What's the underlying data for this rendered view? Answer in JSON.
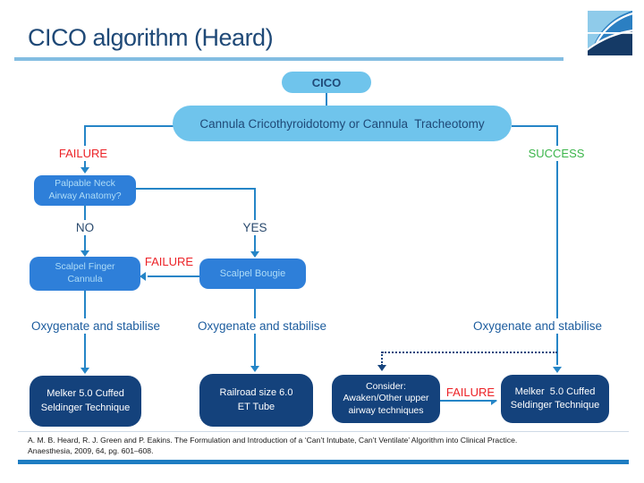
{
  "header": {
    "title": "CICO algorithm (Heard)"
  },
  "icons": {
    "logo": "brand-swoosh-logo"
  },
  "flow": {
    "cico": "CICO",
    "cannula": "Cannula Cricothyroidotomy or Cannula  Tracheotomy",
    "palpable1": "Palpable Neck",
    "palpable2": "Airway Anatomy?",
    "finger1": "Scalpel Finger",
    "finger2": "Cannula",
    "bougie": "Scalpel Bougie",
    "melker_l1": "Melker 5.0 Cuffed",
    "melker_l2": "Seldinger Technique",
    "railroad1": "Railroad size 6.0",
    "railroad2": "ET Tube",
    "consider1": "Consider:",
    "consider2": "Awaken/Other upper",
    "consider3": "airway techniques",
    "melker_r1": "Melker  5.0 Cuffed",
    "melker_r2": "Seldinger Technique",
    "failure": "FAILURE",
    "success": "SUCCESS",
    "no": "NO",
    "yes": "YES",
    "oxygenate": "Oxygenate and stabilise"
  },
  "footer": {
    "citation1": "A. M. B. Heard, R. J. Green and P. Eakins. The Formulation and Introduction of a ‘Can’t Intubate, Can’t Ventilate’ Algorithm into Clinical Practice.",
    "citation2": "Anaesthesia, 2009, 64, pg. 601–608."
  },
  "colors": {
    "connector_blue": "#2585C7",
    "light_box_blue": "#6FC4EC",
    "mid_box_blue": "#2E7FD9",
    "dark_box_navy": "#14427C",
    "title_navy": "#1F4977",
    "failure_red": "#EC2227",
    "success_green": "#3BB54A",
    "underline_blue": "#83BDE2",
    "footer_bar_blue": "#1E7DC2",
    "dotted_navy": "#17457E"
  }
}
